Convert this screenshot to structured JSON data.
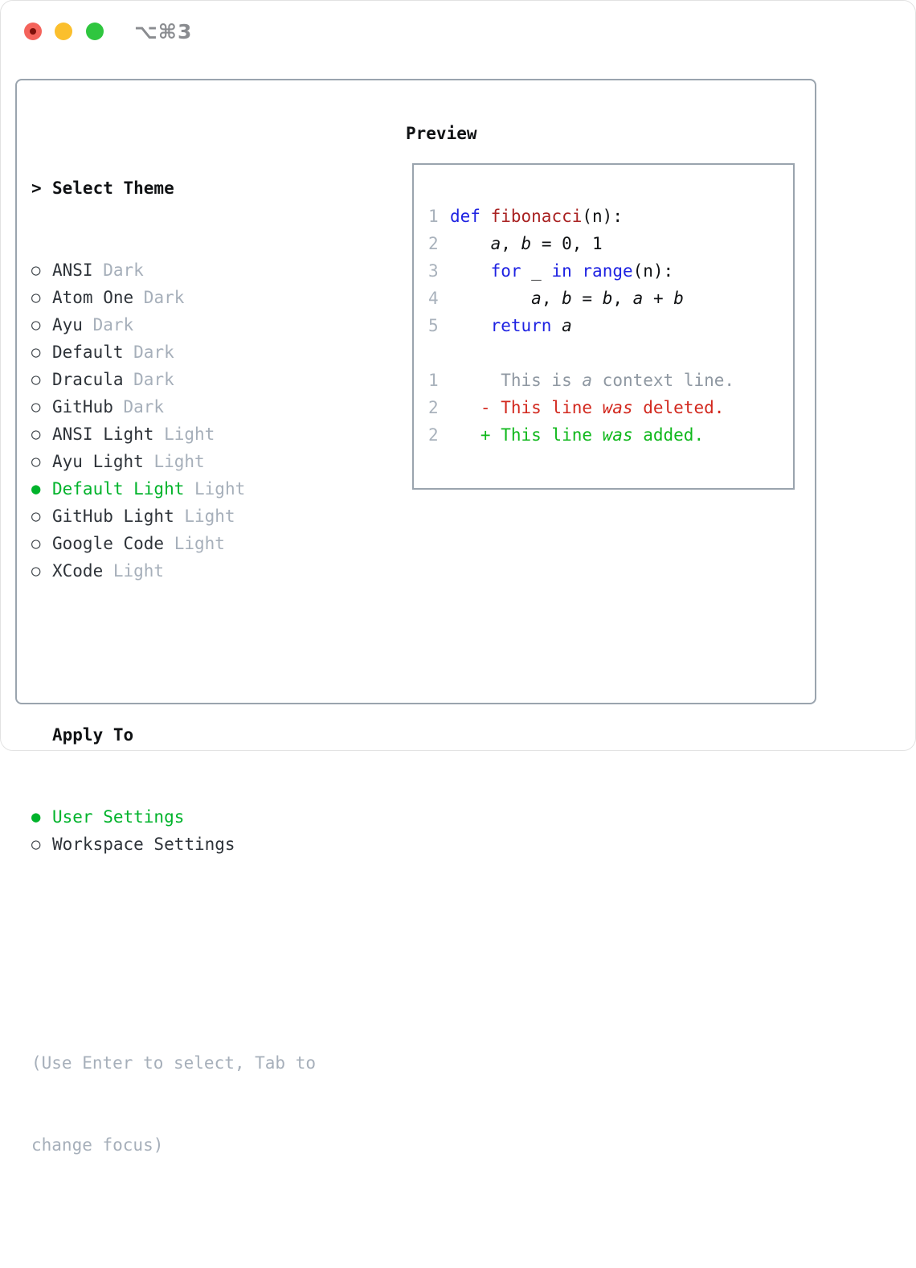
{
  "window": {
    "title": "⌥⌘3"
  },
  "traffic_lights": {
    "close": "red",
    "minimize": "yellow",
    "zoom": "green"
  },
  "theme_list": {
    "focus_indicator": ">",
    "header": "Select Theme",
    "bullet_selected": "●",
    "bullet_unselected": "○",
    "items": [
      {
        "name": "ANSI",
        "variant": "Dark",
        "selected": false
      },
      {
        "name": "Atom One",
        "variant": "Dark",
        "selected": false
      },
      {
        "name": "Ayu",
        "variant": "Dark",
        "selected": false
      },
      {
        "name": "Default",
        "variant": "Dark",
        "selected": false
      },
      {
        "name": "Dracula",
        "variant": "Dark",
        "selected": false
      },
      {
        "name": "GitHub",
        "variant": "Dark",
        "selected": false
      },
      {
        "name": "ANSI Light",
        "variant": "Light",
        "selected": false
      },
      {
        "name": "Ayu Light",
        "variant": "Light",
        "selected": false
      },
      {
        "name": "Default Light",
        "variant": "Light",
        "selected": true
      },
      {
        "name": "GitHub Light",
        "variant": "Light",
        "selected": false
      },
      {
        "name": "Google Code",
        "variant": "Light",
        "selected": false
      },
      {
        "name": "XCode",
        "variant": "Light",
        "selected": false
      }
    ]
  },
  "apply_to": {
    "header": "Apply To",
    "items": [
      {
        "name": "User Settings",
        "selected": true
      },
      {
        "name": "Workspace Settings",
        "selected": false
      }
    ]
  },
  "help": {
    "line1": "(Use Enter to select, Tab to",
    "line2": "change focus)"
  },
  "preview": {
    "header": "Preview",
    "lines": [
      {
        "num": "1",
        "segments": [
          {
            "t": "def",
            "s": "kw"
          },
          {
            "t": " ",
            "s": "p"
          },
          {
            "t": "fibonacci",
            "s": "fn"
          },
          {
            "t": "(n):",
            "s": "p"
          }
        ]
      },
      {
        "num": "2",
        "segments": [
          {
            "t": "    ",
            "s": "p"
          },
          {
            "t": "a",
            "s": "v"
          },
          {
            "t": ", ",
            "s": "p"
          },
          {
            "t": "b",
            "s": "v"
          },
          {
            "t": " = 0, 1",
            "s": "p"
          }
        ]
      },
      {
        "num": "3",
        "segments": [
          {
            "t": "    ",
            "s": "p"
          },
          {
            "t": "for",
            "s": "kw"
          },
          {
            "t": " _ ",
            "s": "p"
          },
          {
            "t": "in",
            "s": "kw"
          },
          {
            "t": " ",
            "s": "p"
          },
          {
            "t": "range",
            "s": "kw"
          },
          {
            "t": "(n):",
            "s": "p"
          }
        ]
      },
      {
        "num": "4",
        "segments": [
          {
            "t": "        ",
            "s": "p"
          },
          {
            "t": "a",
            "s": "v"
          },
          {
            "t": ", ",
            "s": "p"
          },
          {
            "t": "b",
            "s": "v"
          },
          {
            "t": " = ",
            "s": "p"
          },
          {
            "t": "b",
            "s": "v"
          },
          {
            "t": ", ",
            "s": "p"
          },
          {
            "t": "a",
            "s": "v"
          },
          {
            "t": " + ",
            "s": "p"
          },
          {
            "t": "b",
            "s": "v"
          }
        ]
      },
      {
        "num": "5",
        "segments": [
          {
            "t": "    ",
            "s": "p"
          },
          {
            "t": "return",
            "s": "kw"
          },
          {
            "t": " ",
            "s": "p"
          },
          {
            "t": "a",
            "s": "v"
          }
        ]
      },
      {
        "num": "",
        "segments": []
      },
      {
        "num": "1",
        "segments": [
          {
            "t": "     This is ",
            "s": "ctx"
          },
          {
            "t": "a",
            "s": "ctx v"
          },
          {
            "t": " context line.",
            "s": "ctx"
          }
        ]
      },
      {
        "num": "2",
        "segments": [
          {
            "t": "   - This line ",
            "s": "del"
          },
          {
            "t": "was",
            "s": "del v"
          },
          {
            "t": " deleted.",
            "s": "del"
          }
        ]
      },
      {
        "num": "2",
        "segments": [
          {
            "t": "   + This line ",
            "s": "add"
          },
          {
            "t": "was",
            "s": "add v"
          },
          {
            "t": " added.",
            "s": "add"
          }
        ]
      }
    ]
  },
  "colors": {
    "accent_green": "#00b32b",
    "keyword_blue": "#1e22e2",
    "function_red": "#a92222",
    "diff_red": "#d2281e",
    "diff_green": "#10b81c",
    "muted_gray": "#a6afba",
    "line_number_gray": "#a9b2bc",
    "panel_border": "#9aa4ae"
  }
}
